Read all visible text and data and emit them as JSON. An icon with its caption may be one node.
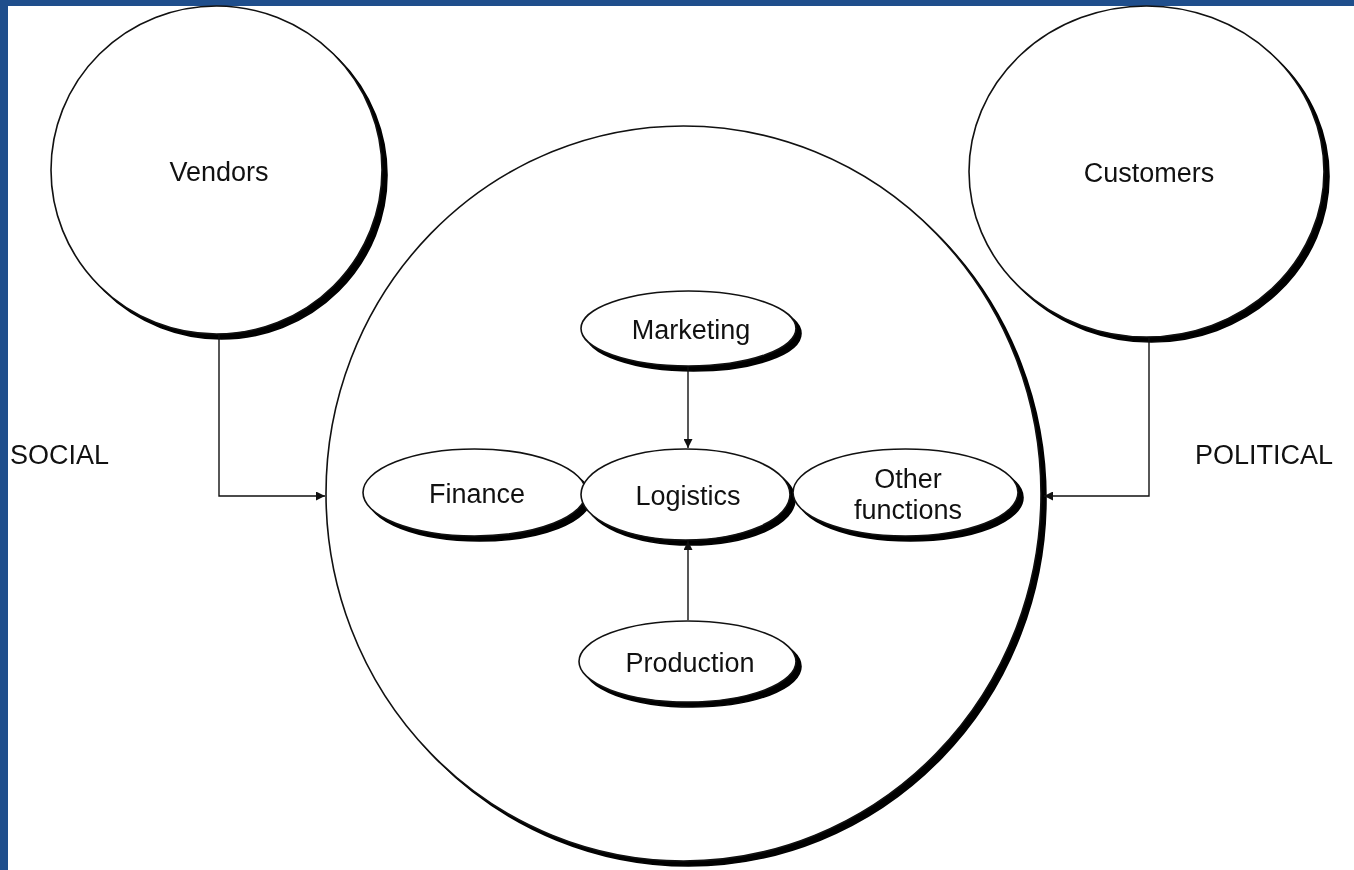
{
  "diagram": {
    "nodes": [
      {
        "text": [
          "Vendors"
        ]
      },
      {
        "text": [],
        "shape": "circle"
      },
      {
        "text": [
          "Customers"
        ]
      },
      {
        "text": [
          "Marketing"
        ],
        "in": 1
      },
      {
        "text": [
          "Finance"
        ],
        "in": 1
      },
      {
        "text": [
          "Logistics"
        ],
        "in": 1
      },
      {
        "text": [
          "Other functions"
        ],
        "in": 1
      },
      {
        "text": [
          "Production"
        ],
        "in": 1
      }
    ],
    "edges": [
      {
        "from": 0,
        "to": 1,
        "arrow": "to"
      },
      {
        "from": 2,
        "to": 1,
        "arrow": "to"
      },
      {
        "from": 3,
        "to": 5,
        "arrow": "to"
      },
      {
        "from": 7,
        "to": 5,
        "arrow": "to"
      }
    ],
    "labels": [
      "SOCIAL",
      "POLITICAL"
    ]
  }
}
